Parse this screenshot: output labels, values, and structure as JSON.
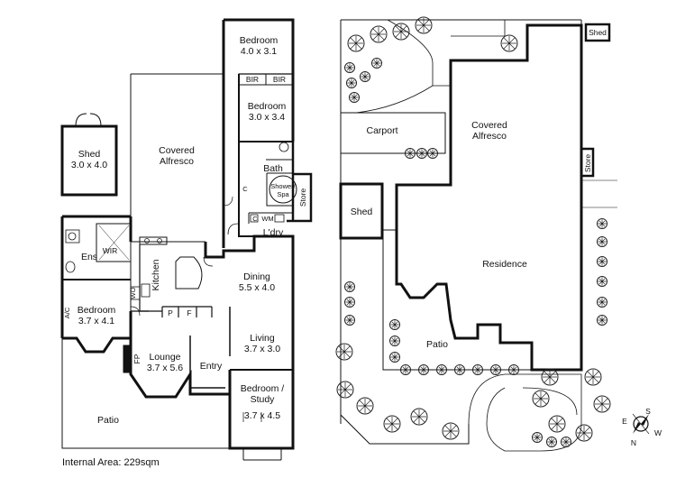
{
  "floor_plan": {
    "internal_area": "Internal Area: 229sqm",
    "rooms": {
      "bedroom1": {
        "name": "Bedroom",
        "size": "4.0 x 3.1"
      },
      "bedroom2": {
        "name": "Bedroom",
        "size": "3.0 x 3.4"
      },
      "bir1": "BIR",
      "bir2": "BIR",
      "bath": "Bath",
      "shower": {
        "line1": "Shower/",
        "line2": "Spa"
      },
      "store": "Store",
      "c_left": "C",
      "c_small": "C",
      "wm": "WM",
      "laundry": "L'dry",
      "covered_alfresco": {
        "line1": "Covered",
        "line2": "Alfresco"
      },
      "shed": {
        "name": "Shed",
        "size": "3.0 x 4.0"
      },
      "ens": "Ens",
      "wir": "WIR",
      "kitchen": "Kitchen",
      "wo": "WO",
      "dining": {
        "name": "Dining",
        "size": "5.5 x 4.0"
      },
      "bedroom_main": {
        "name": "Bedroom",
        "size": "3.7 x 4.1"
      },
      "ac": "A/C",
      "pantry": "P",
      "fridge": "F",
      "living": {
        "name": "Living",
        "size": "3.7 x 3.0"
      },
      "lounge": {
        "name": "Lounge",
        "size": "3.7 x 5.6"
      },
      "fp": "FP",
      "entry": "Entry",
      "bedroom_study": {
        "line1": "Bedroom /",
        "line2": "Study",
        "size": "3.7 x 4.5"
      },
      "patio": "Patio"
    }
  },
  "site_plan": {
    "shed_top": "Shed",
    "carport": "Carport",
    "covered_alfresco": {
      "line1": "Covered",
      "line2": "Alfresco"
    },
    "store": "Store",
    "shed": "Shed",
    "residence": "Residence",
    "patio": "Patio"
  },
  "compass": {
    "e": "E",
    "s": "S",
    "w": "W",
    "n": "N"
  }
}
